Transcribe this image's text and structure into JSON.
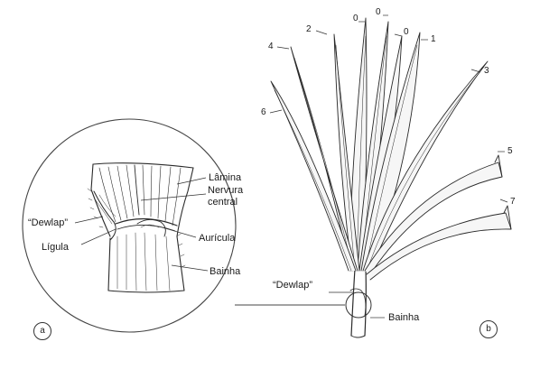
{
  "panel_a": {
    "letter": "a",
    "labels": {
      "lamina": "Lâmina",
      "nervura": "Nervura",
      "central": "central",
      "dewlap": "“Dewlap”",
      "ligula": "Lígula",
      "auricula": "Aurícula",
      "bainha": "Bainha"
    }
  },
  "panel_b": {
    "letter": "b",
    "leaf_numbers": {
      "n0a": "0",
      "n0b": "0",
      "n0c": "0",
      "n1": "1",
      "n2": "2",
      "n3": "3",
      "n4": "4",
      "n5": "5",
      "n6": "6",
      "n7": "7"
    },
    "labels": {
      "dewlap": "“Dewlap”",
      "bainha": "Bainha"
    }
  }
}
